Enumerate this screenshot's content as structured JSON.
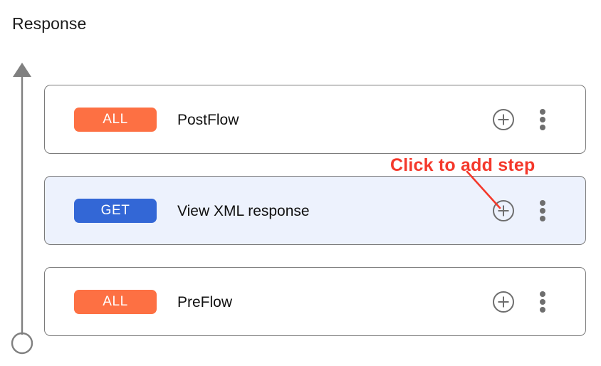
{
  "page": {
    "title": "Response",
    "background": "#ffffff"
  },
  "axis": {
    "name": "flow-direction-axis",
    "color": "#808080",
    "head": "arrow-up",
    "tail": "circle-open"
  },
  "colors": {
    "badge_all": "#fd7043",
    "badge_get": "#3367d6",
    "selected_row_bg": "#edf2fd",
    "row_border": "#7a7a7a",
    "icon_gray": "#6e6e6e",
    "annotation_red": "#f4382b",
    "text_primary": "#111111"
  },
  "flow": {
    "rows": [
      {
        "badge": "ALL",
        "badge_type": "all",
        "label": "PostFlow",
        "selected": false,
        "add_icon": "plus-circle-icon",
        "menu_icon": "kebab-menu-icon"
      },
      {
        "badge": "GET",
        "badge_type": "get",
        "label": "View XML response",
        "selected": true,
        "add_icon": "plus-circle-icon",
        "menu_icon": "kebab-menu-icon"
      },
      {
        "badge": "ALL",
        "badge_type": "all",
        "label": "PreFlow",
        "selected": false,
        "add_icon": "plus-circle-icon",
        "menu_icon": "kebab-menu-icon"
      }
    ]
  },
  "annotation": {
    "text": "Click to add step",
    "color": "#f4382b",
    "points_to": "add-step-button-row-1"
  }
}
